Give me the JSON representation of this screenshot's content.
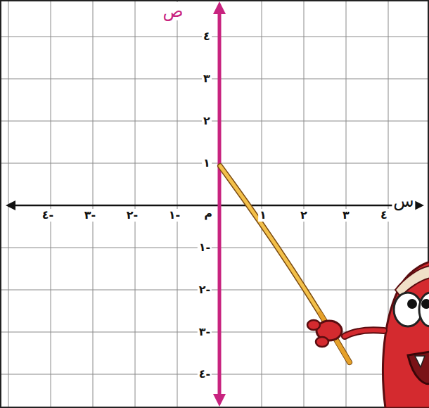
{
  "diagram": {
    "labels": [
      "ص",
      "٤",
      "٣",
      "٢",
      "١",
      "٤-",
      "٣-",
      "٢-",
      "١-",
      "م",
      "١",
      "٢",
      "٣",
      "٤",
      "س",
      "١-",
      "٢-",
      "٣-",
      "٤-"
    ]
  }
}
